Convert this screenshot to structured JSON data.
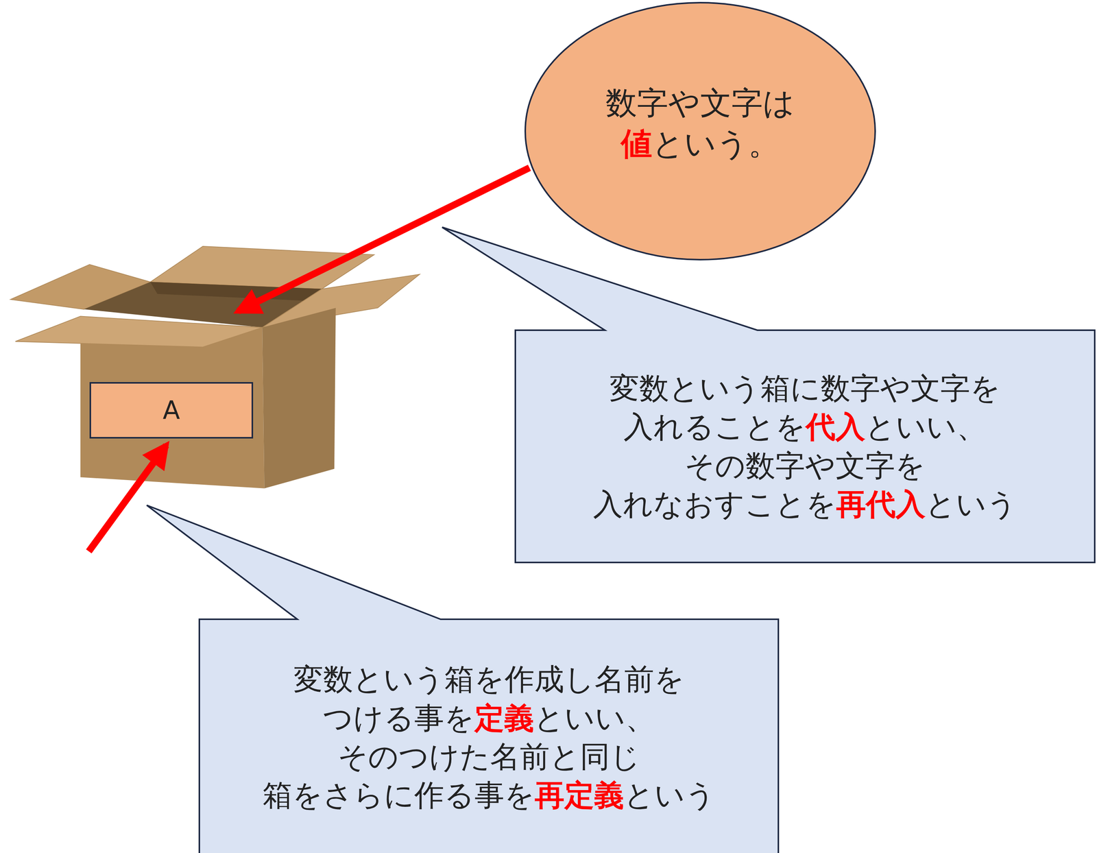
{
  "diagram": {
    "nodes": [
      {
        "text": [
          "数字や文字は 値という。"
        ]
      },
      {
        "text": [
          "変数という箱に数字や文字を 入れることを代入といい、 その数字や文字を 入れなおすことを再代入という"
        ]
      },
      {
        "text": [
          "A"
        ]
      },
      {
        "text": [
          "変数という箱を作成し名前を つける事を定義といい、 そのつけた名前と同じ 箱をさらに作る事を再定義という"
        ]
      }
    ]
  }
}
